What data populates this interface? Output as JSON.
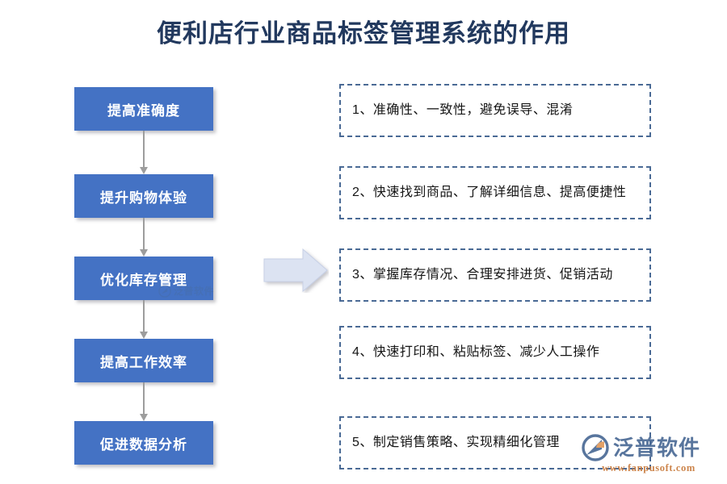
{
  "title": "便利店行业商品标签管理系统的作用",
  "theme": {
    "title_color": "#22395e",
    "node_fill": "#4472c4",
    "node_text": "#ffffff",
    "dashed_border": "#4a6a95",
    "arrow_fill": "#dce3f2",
    "connector": "#9d9d9d",
    "watermark_blue": "#4a6a95",
    "watermark_orange": "#c87a3c"
  },
  "flow": {
    "nodes": [
      {
        "label": "提高准确度"
      },
      {
        "label": "提升购物体验"
      },
      {
        "label": "优化库存管理"
      },
      {
        "label": "提高工作效率"
      },
      {
        "label": "促进数据分析"
      }
    ]
  },
  "arrow": {
    "direction": "right"
  },
  "details": {
    "items": [
      {
        "text": "1、准确性、一致性，避免误导、混淆"
      },
      {
        "text": "2、快速找到商品、了解详细信息、提高便捷性"
      },
      {
        "text": "3、掌握库存情况、合理安排进货、促销活动"
      },
      {
        "text": "4、快速打印和、粘贴标签、减少人工操作"
      },
      {
        "text": "5、制定销售策略、实现精细化管理"
      }
    ]
  },
  "watermark": {
    "brand": "泛普软件",
    "url": "www.fanpusoft.com"
  }
}
